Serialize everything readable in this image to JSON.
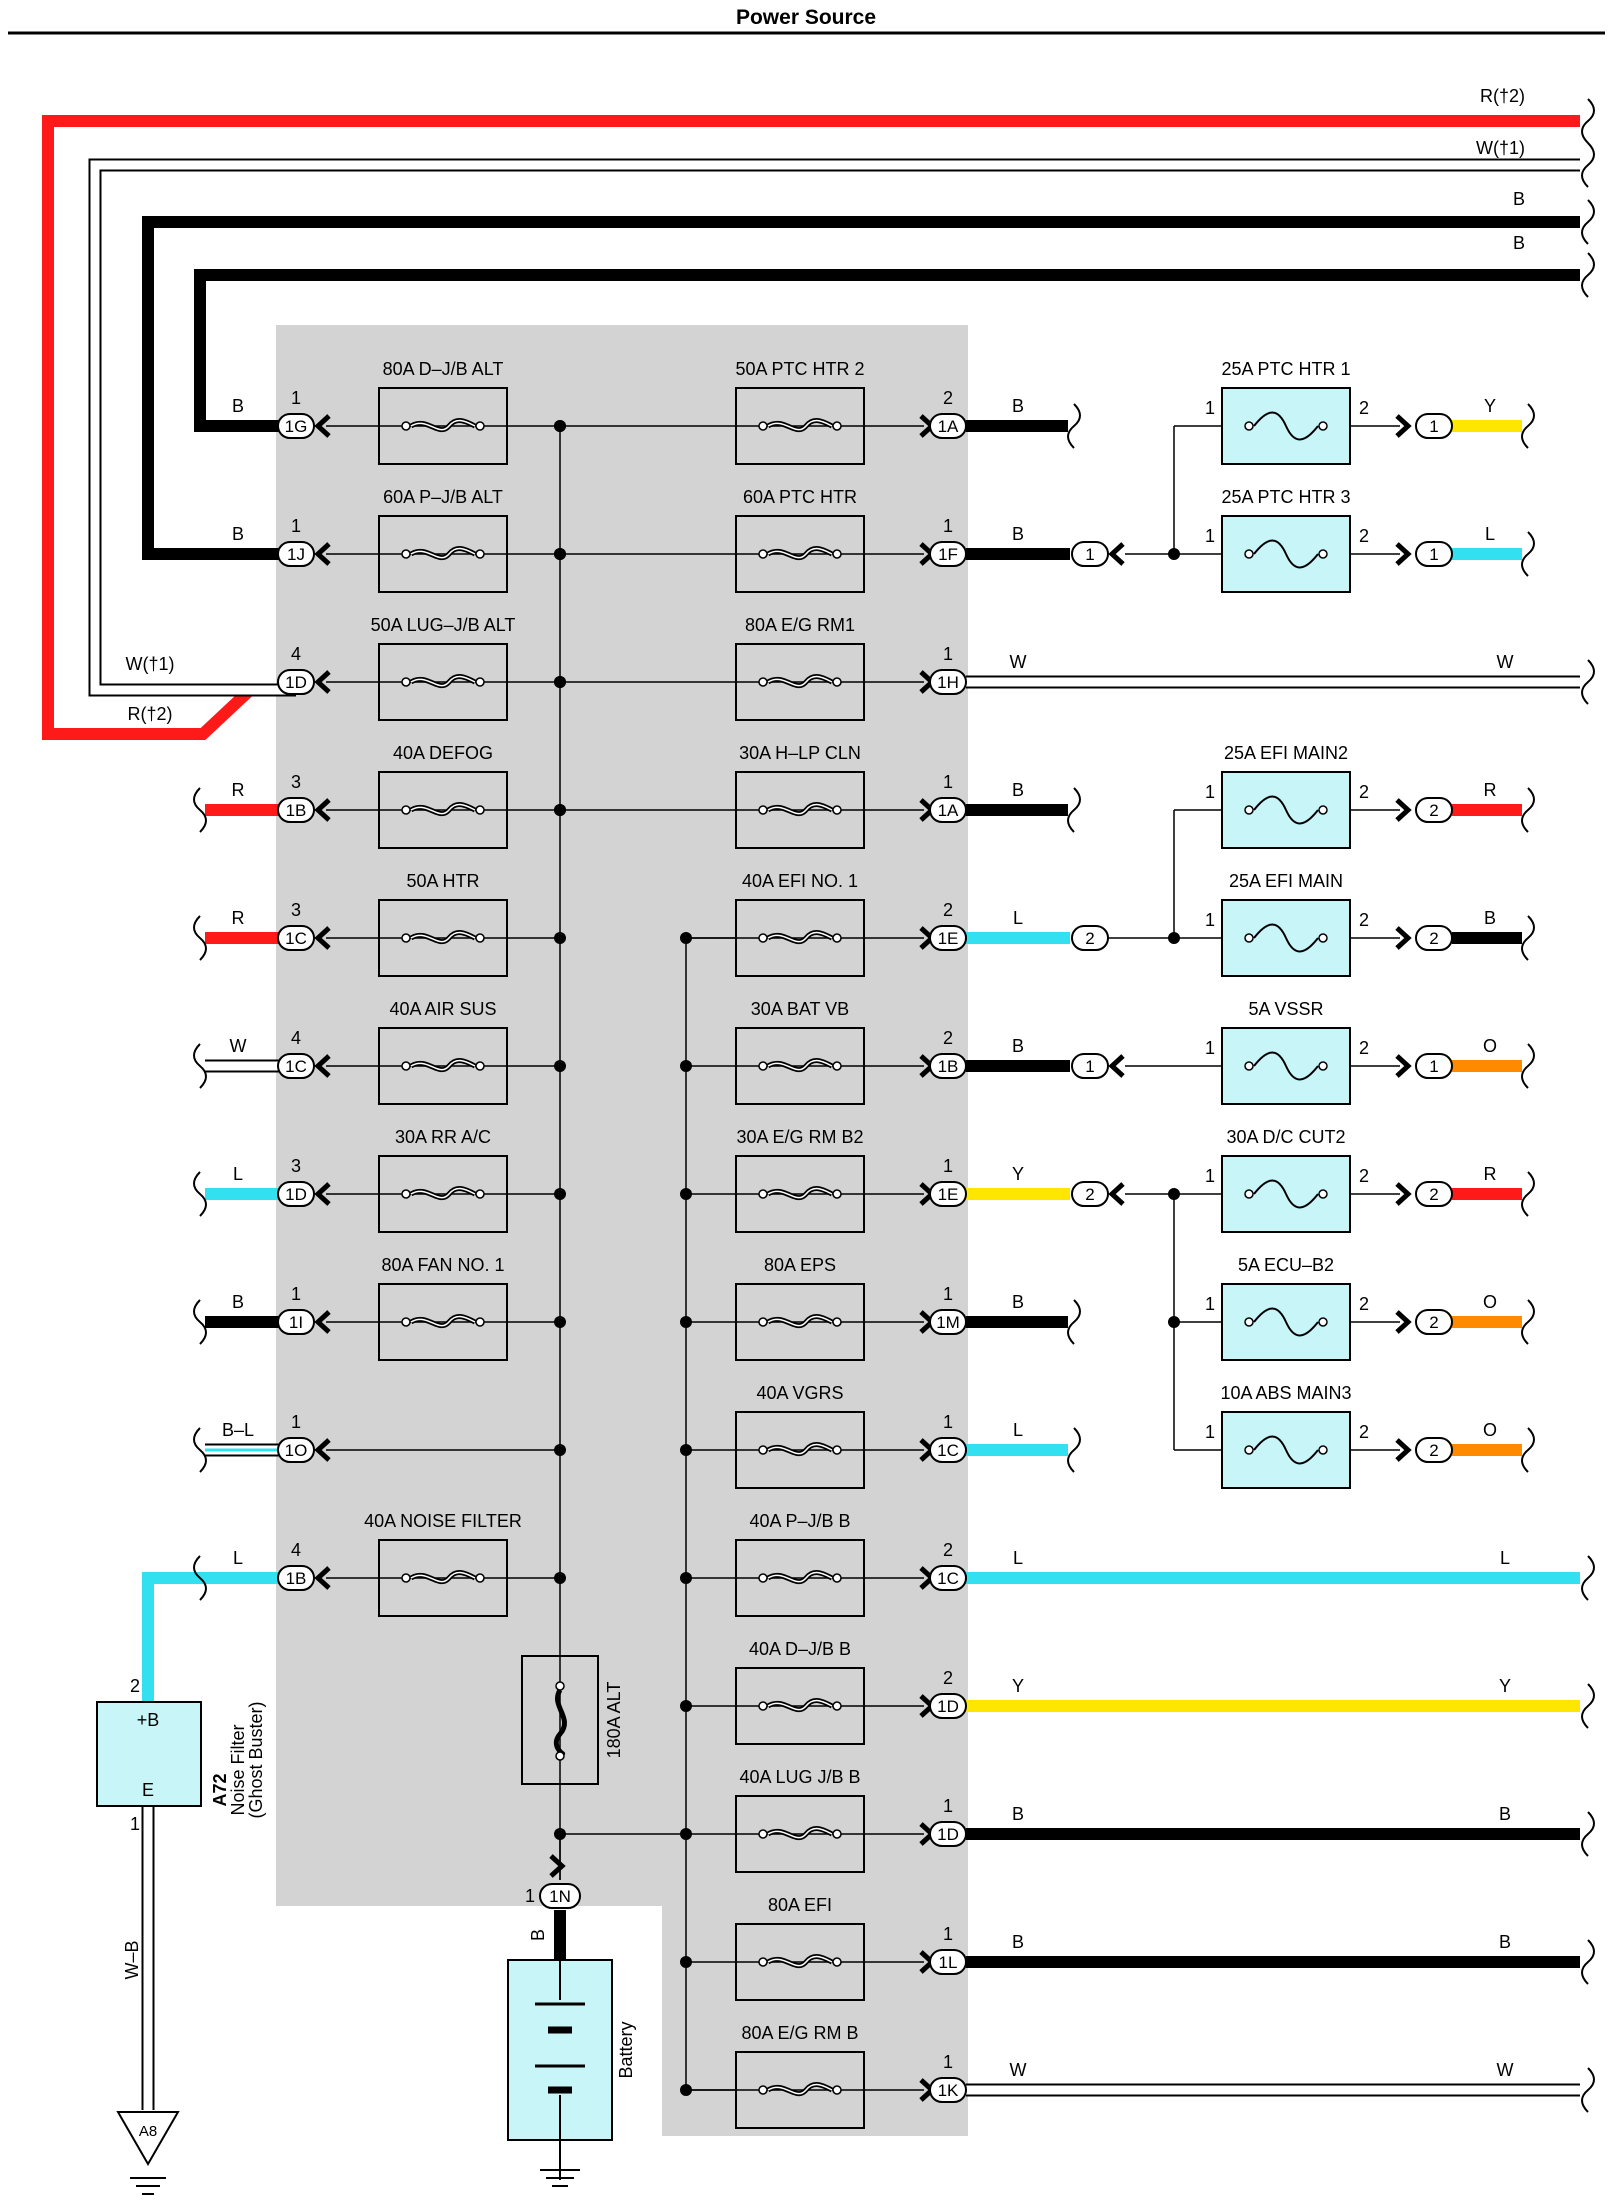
{
  "title": "Power Source",
  "colors": {
    "R": "#ff1a1a",
    "B": "#000000",
    "W": "#ffffff",
    "L": "#33e0f0",
    "Y": "#ffe600",
    "O": "#ff8a00",
    "panel": "#d3d3d3",
    "component": "#c8f6f8"
  },
  "top_bus": [
    "R(†2)",
    "W(†1)",
    "B",
    "B"
  ],
  "left_feed_labels": {
    "w1": "W(†1)",
    "r2": "R(†2)"
  },
  "rows": [
    {
      "left_pin": "1",
      "left_conn": "1G",
      "left_wire": "B",
      "left_fuse": "80A D–J/B ALT",
      "right_fuse": "50A PTC HTR 2",
      "right_pin": "2",
      "right_conn": "1A",
      "right_wire": "B"
    },
    {
      "left_pin": "1",
      "left_conn": "1J",
      "left_wire": "B",
      "left_fuse": "60A P–J/B ALT",
      "right_fuse": "60A PTC HTR",
      "right_pin": "1",
      "right_conn": "1F",
      "right_wire": "B"
    },
    {
      "left_pin": "4",
      "left_conn": "1D",
      "left_wire": "",
      "left_fuse": "50A LUG–J/B ALT",
      "right_fuse": "80A E/G RM1",
      "right_pin": "1",
      "right_conn": "1H",
      "right_wire": "W",
      "right_end_label": "W"
    },
    {
      "left_pin": "3",
      "left_conn": "1B",
      "left_wire": "R",
      "left_fuse": "40A DEFOG",
      "right_fuse": "30A H–LP CLN",
      "right_pin": "1",
      "right_conn": "1A",
      "right_wire": "B"
    },
    {
      "left_pin": "3",
      "left_conn": "1C",
      "left_wire": "R",
      "left_fuse": "50A HTR",
      "right_fuse": "40A EFI NO. 1",
      "right_pin": "2",
      "right_conn": "1E",
      "right_wire": "L"
    },
    {
      "left_pin": "4",
      "left_conn": "1C",
      "left_wire": "W",
      "left_fuse": "40A AIR SUS",
      "right_fuse": "30A BAT VB",
      "right_pin": "2",
      "right_conn": "1B",
      "right_wire": "B"
    },
    {
      "left_pin": "3",
      "left_conn": "1D",
      "left_wire": "L",
      "left_fuse": "30A RR A/C",
      "right_fuse": "30A E/G RM B2",
      "right_pin": "1",
      "right_conn": "1E",
      "right_wire": "Y"
    },
    {
      "left_pin": "1",
      "left_conn": "1I",
      "left_wire": "B",
      "left_fuse": "80A FAN NO. 1",
      "right_fuse": "80A EPS",
      "right_pin": "1",
      "right_conn": "1M",
      "right_wire": "B"
    },
    {
      "left_pin": "1",
      "left_conn": "1O",
      "left_wire": "B–L",
      "left_fuse": "",
      "right_fuse": "40A VGRS",
      "right_pin": "1",
      "right_conn": "1C",
      "right_wire": "L"
    },
    {
      "left_pin": "4",
      "left_conn": "1B",
      "left_wire": "L",
      "left_fuse": "40A NOISE FILTER",
      "right_fuse": "40A P–J/B B",
      "right_pin": "2",
      "right_conn": "1C",
      "right_wire": "L",
      "right_end_label": "L"
    },
    {
      "left_pin": "",
      "left_conn": "",
      "left_wire": "",
      "left_fuse": "",
      "right_fuse": "40A D–J/B B",
      "right_pin": "2",
      "right_conn": "1D",
      "right_wire": "Y",
      "right_end_label": "Y"
    },
    {
      "left_pin": "",
      "left_conn": "",
      "left_wire": "",
      "left_fuse": "",
      "right_fuse": "40A LUG J/B B",
      "right_pin": "1",
      "right_conn": "1D",
      "right_wire": "B",
      "right_end_label": "B"
    },
    {
      "left_pin": "",
      "left_conn": "",
      "left_wire": "",
      "left_fuse": "",
      "right_fuse": "80A EFI",
      "right_pin": "1",
      "right_conn": "1L",
      "right_wire": "B",
      "right_end_label": "B"
    },
    {
      "left_pin": "",
      "left_conn": "",
      "left_wire": "",
      "left_fuse": "",
      "right_fuse": "80A E/G RM B",
      "right_pin": "1",
      "right_conn": "1K",
      "right_wire": "W",
      "right_end_label": "W"
    }
  ],
  "relay_fuses": [
    {
      "label": "25A PTC HTR 1",
      "pin_in": "1",
      "pin_out": "2",
      "conn": "1",
      "wire": "Y"
    },
    {
      "label": "25A PTC HTR 3",
      "pin_in": "1",
      "pin_out": "2",
      "conn": "1",
      "wire": "L"
    },
    {
      "label": "25A EFI MAIN2",
      "pin_in": "1",
      "pin_out": "2",
      "conn": "2",
      "wire": "R"
    },
    {
      "label": "25A EFI MAIN",
      "pin_in": "1",
      "pin_out": "2",
      "conn": "2",
      "wire": "B"
    },
    {
      "label": "5A VSSR",
      "pin_in": "1",
      "pin_out": "2",
      "conn": "1",
      "wire": "O"
    },
    {
      "label": "30A D/C CUT2",
      "pin_in": "1",
      "pin_out": "2",
      "conn": "2",
      "wire": "R"
    },
    {
      "label": "5A ECU–B2",
      "pin_in": "1",
      "pin_out": "2",
      "conn": "2",
      "wire": "O"
    },
    {
      "label": "10A ABS MAIN3",
      "pin_in": "1",
      "pin_out": "2",
      "conn": "2",
      "wire": "O"
    }
  ],
  "mid_connectors": {
    "ptc": "1",
    "efi": "2",
    "vssr": "1",
    "dc": "2"
  },
  "alt_fuse": "180A ALT",
  "battery": {
    "pin": "1",
    "conn": "1N",
    "wire": "B",
    "label": "Battery"
  },
  "noise_filter": {
    "code": "A72",
    "name": "Noise Filter",
    "sub": "(Ghost Buster)",
    "pin_b": "+B",
    "pin_e": "E",
    "pin_top": "2",
    "pin_bottom": "1",
    "wire": "W–B",
    "ground": "A8"
  }
}
